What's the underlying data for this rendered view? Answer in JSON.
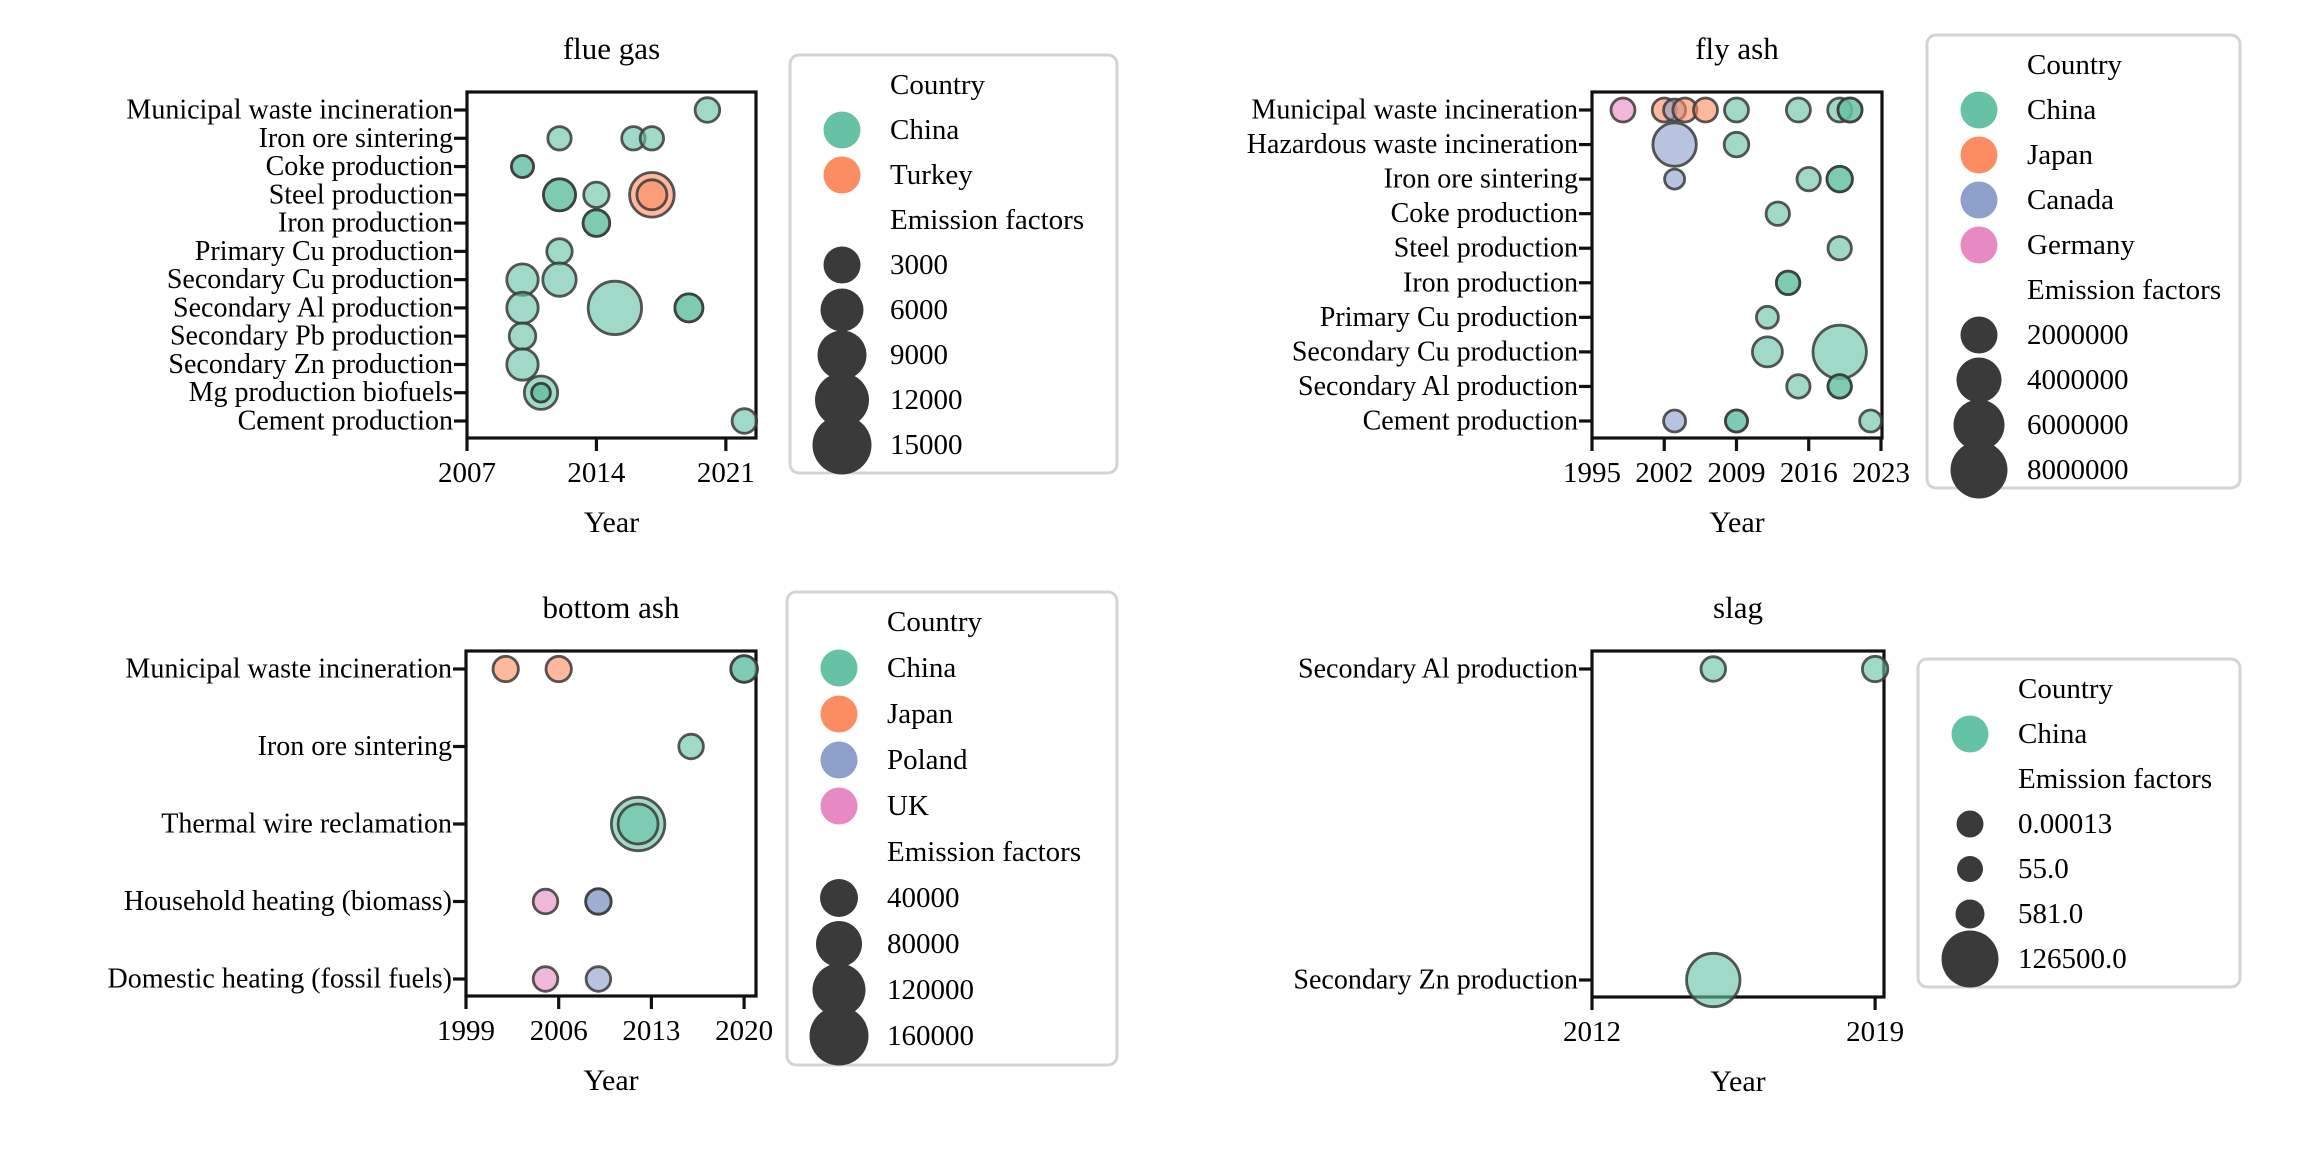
{
  "figure": {
    "background": "#ffffff",
    "x_axis_label": "Year",
    "legend_country_header": "Country",
    "legend_size_header": "Emission factors"
  },
  "colors": {
    "spine": "#111111",
    "bubble_edge": "#3a3a3a",
    "legend_border": "#d4d4d4",
    "legend_size_dot": "#3a3a3a",
    "text": "#000000",
    "background": "#ffffff"
  },
  "country_colors": {
    "China": "#66c2a5",
    "Turkey": "#fc8d62",
    "Japan": "#fc8d62",
    "Canada": "#8da0cb",
    "Poland": "#8da0cb",
    "Germany": "#e78ac3",
    "UK": "#e78ac3"
  },
  "chart_data": [
    {
      "type": "scatter",
      "title": "flue gas",
      "xlabel": "Year",
      "x_ticks": [
        2007,
        2014,
        2021
      ],
      "x_range": [
        2007,
        2022.63
      ],
      "grid": false,
      "legend_position": "right",
      "categories": [
        "Municipal waste incineration",
        "Iron ore sintering",
        "Coke production",
        "Steel production",
        "Iron production",
        "Primary Cu production",
        "Secondary Cu production",
        "Secondary Al production",
        "Secondary Pb production",
        "Secondary Zn production",
        "Mg production biofuels",
        "Cement production"
      ],
      "legend": {
        "country_header": "Country",
        "size_header": "Emission factors",
        "countries": [
          {
            "label": "China",
            "color": "#66c2a5"
          },
          {
            "label": "Turkey",
            "color": "#fc8d62"
          }
        ],
        "sizes": [
          {
            "label": "3000",
            "r": 18.5
          },
          {
            "label": "6000",
            "r": 21.5
          },
          {
            "label": "9000",
            "r": 24.5
          },
          {
            "label": "12000",
            "r": 27
          },
          {
            "label": "15000",
            "r": 29.5
          }
        ]
      },
      "points": [
        {
          "category": "Municipal waste incineration",
          "year": 2020,
          "country": "China",
          "ef_approx": 700,
          "r": 12.3
        },
        {
          "category": "Iron ore sintering",
          "year": 2012,
          "country": "China",
          "ef_approx": 500,
          "r": 11.7
        },
        {
          "category": "Iron ore sintering",
          "year": 2016,
          "country": "China",
          "ef_approx": 500,
          "r": 11.7
        },
        {
          "category": "Iron ore sintering",
          "year": 2017,
          "country": "China",
          "ef_approx": 500,
          "r": 11.7
        },
        {
          "category": "Coke production",
          "year": 2010,
          "country": "China",
          "ef_approx": 400,
          "r": 11,
          "stack": 2
        },
        {
          "category": "Steel production",
          "year": 2012,
          "country": "China",
          "ef_approx": 3200,
          "r": 16,
          "stack": 2
        },
        {
          "category": "Steel production",
          "year": 2014,
          "country": "China",
          "ef_approx": 900,
          "r": 12.7
        },
        {
          "category": "Steel production",
          "year": 2017,
          "country": "Turkey",
          "ef_approx": 8900,
          "r": 22.3
        },
        {
          "category": "Steel production",
          "year": 2017,
          "country": "Turkey",
          "ef_approx": 2500,
          "r": 15
        },
        {
          "category": "Iron production",
          "year": 2014,
          "country": "China",
          "ef_approx": 1300,
          "r": 13.3,
          "stack": 2
        },
        {
          "category": "Primary Cu production",
          "year": 2012,
          "country": "China",
          "ef_approx": 900,
          "r": 12.7
        },
        {
          "category": "Secondary Cu production",
          "year": 2010,
          "country": "China",
          "ef_approx": 3000,
          "r": 15.7
        },
        {
          "category": "Secondary Cu production",
          "year": 2012,
          "country": "China",
          "ef_approx": 3700,
          "r": 16.7
        },
        {
          "category": "Secondary Al production",
          "year": 2010,
          "country": "China",
          "ef_approx": 3000,
          "r": 15.7
        },
        {
          "category": "Secondary Al production",
          "year": 2015,
          "country": "China",
          "ef_approx": 14500,
          "r": 26.7
        },
        {
          "category": "Secondary Al production",
          "year": 2019,
          "country": "China",
          "ef_approx": 1800,
          "r": 14,
          "stack": 2
        },
        {
          "category": "Secondary Pb production",
          "year": 2010,
          "country": "China",
          "ef_approx": 1300,
          "r": 13.3
        },
        {
          "category": "Secondary Zn production",
          "year": 2010,
          "country": "China",
          "ef_approx": 3000,
          "r": 15.7
        },
        {
          "category": "Mg production biofuels",
          "year": 2011,
          "country": "China",
          "ef_approx": 3700,
          "r": 16.7
        },
        {
          "category": "Mg production biofuels",
          "year": 2011,
          "country": "China",
          "ef_approx": 100,
          "r": 9.3,
          "stack": 2
        },
        {
          "category": "Cement production",
          "year": 2022,
          "country": "China",
          "ef_approx": 700,
          "r": 12.3
        }
      ]
    },
    {
      "type": "scatter",
      "title": "fly ash",
      "xlabel": "Year",
      "x_ticks": [
        1995,
        2002,
        2009,
        2016,
        2023
      ],
      "x_range": [
        1995,
        2023.1
      ],
      "grid": false,
      "legend_position": "right",
      "categories": [
        "Municipal waste incineration",
        "Hazardous waste incineration",
        "Iron ore sintering",
        "Coke production",
        "Steel production",
        "Iron production",
        "Primary Cu production",
        "Secondary Cu production",
        "Secondary Al production",
        "Cement production"
      ],
      "legend": {
        "country_header": "Country",
        "size_header": "Emission factors",
        "countries": [
          {
            "label": "China",
            "color": "#66c2a5"
          },
          {
            "label": "Japan",
            "color": "#fc8d62"
          },
          {
            "label": "Canada",
            "color": "#8da0cb"
          },
          {
            "label": "Germany",
            "color": "#e78ac3"
          }
        ],
        "sizes": [
          {
            "label": "2000000",
            "r": 18.5
          },
          {
            "label": "4000000",
            "r": 22.5
          },
          {
            "label": "6000000",
            "r": 25.5
          },
          {
            "label": "8000000",
            "r": 28.5
          }
        ]
      },
      "points": [
        {
          "category": "Municipal waste incineration",
          "year": 1998,
          "country": "Germany",
          "ef_approx": 270000,
          "r": 12
        },
        {
          "category": "Municipal waste incineration",
          "year": 2002,
          "country": "Japan",
          "ef_approx": 270000,
          "r": 12
        },
        {
          "category": "Municipal waste incineration",
          "year": 2003,
          "country": "Canada",
          "ef_approx": 150000,
          "r": 11
        },
        {
          "category": "Municipal waste incineration",
          "year": 2004,
          "country": "Japan",
          "ef_approx": 270000,
          "r": 12
        },
        {
          "category": "Municipal waste incineration",
          "year": 2006,
          "country": "Japan",
          "ef_approx": 270000,
          "r": 12
        },
        {
          "category": "Municipal waste incineration",
          "year": 2009,
          "country": "China",
          "ef_approx": 270000,
          "r": 12
        },
        {
          "category": "Municipal waste incineration",
          "year": 2015,
          "country": "China",
          "ef_approx": 270000,
          "r": 12
        },
        {
          "category": "Municipal waste incineration",
          "year": 2019,
          "country": "China",
          "ef_approx": 270000,
          "r": 12
        },
        {
          "category": "Municipal waste incineration",
          "year": 2020,
          "country": "China",
          "ef_approx": 270000,
          "r": 12,
          "stack": 2
        },
        {
          "category": "Hazardous waste incineration",
          "year": 2003,
          "country": "Canada",
          "ef_approx": 4200000,
          "r": 21.7
        },
        {
          "category": "Hazardous waste incineration",
          "year": 2009,
          "country": "China",
          "ef_approx": 310000,
          "r": 12.3
        },
        {
          "category": "Iron ore sintering",
          "year": 2003,
          "country": "Canada",
          "ef_approx": 60000,
          "r": 10
        },
        {
          "category": "Iron ore sintering",
          "year": 2016,
          "country": "China",
          "ef_approx": 230000,
          "r": 11.7
        },
        {
          "category": "Iron ore sintering",
          "year": 2019,
          "country": "China",
          "ef_approx": 480000,
          "r": 12.7,
          "stack": 2
        },
        {
          "category": "Coke production",
          "year": 2013,
          "country": "China",
          "ef_approx": 230000,
          "r": 11.7
        },
        {
          "category": "Steel production",
          "year": 2019,
          "country": "China",
          "ef_approx": 230000,
          "r": 11.7
        },
        {
          "category": "Iron production",
          "year": 2014,
          "country": "China",
          "ef_approx": 230000,
          "r": 11.7,
          "stack": 2
        },
        {
          "category": "Primary Cu production",
          "year": 2012,
          "country": "China",
          "ef_approx": 150000,
          "r": 11
        },
        {
          "category": "Secondary Cu production",
          "year": 2012,
          "country": "China",
          "ef_approx": 1200000,
          "r": 15
        },
        {
          "category": "Secondary Cu production",
          "year": 2019,
          "country": "China",
          "ef_approx": 6900000,
          "r": 26.7
        },
        {
          "category": "Secondary Al production",
          "year": 2015,
          "country": "China",
          "ef_approx": 230000,
          "r": 11.7
        },
        {
          "category": "Secondary Al production",
          "year": 2019,
          "country": "China",
          "ef_approx": 230000,
          "r": 11.7,
          "stack": 2
        },
        {
          "category": "Cement production",
          "year": 2003,
          "country": "Canada",
          "ef_approx": 150000,
          "r": 11
        },
        {
          "category": "Cement production",
          "year": 2009,
          "country": "China",
          "ef_approx": 150000,
          "r": 11,
          "stack": 2
        },
        {
          "category": "Cement production",
          "year": 2022,
          "country": "China",
          "ef_approx": 150000,
          "r": 11
        }
      ]
    },
    {
      "type": "scatter",
      "title": "bottom ash",
      "xlabel": "Year",
      "x_ticks": [
        1999,
        2006,
        2013,
        2020
      ],
      "x_range": [
        1999,
        2020.9
      ],
      "grid": false,
      "legend_position": "right",
      "categories": [
        "Municipal waste incineration",
        "Iron ore sintering",
        "Thermal wire reclamation",
        "Household heating  (biomass)",
        "Domestic heating (fossil fuels)"
      ],
      "legend": {
        "country_header": "Country",
        "size_header": "Emission factors",
        "countries": [
          {
            "label": "China",
            "color": "#66c2a5"
          },
          {
            "label": "Japan",
            "color": "#fc8d62"
          },
          {
            "label": "Poland",
            "color": "#8da0cb"
          },
          {
            "label": "UK",
            "color": "#e78ac3"
          }
        ],
        "sizes": [
          {
            "label": "40000",
            "r": 19
          },
          {
            "label": "80000",
            "r": 23
          },
          {
            "label": "120000",
            "r": 26.5
          },
          {
            "label": "160000",
            "r": 29.5
          }
        ]
      },
      "points": [
        {
          "category": "Municipal waste incineration",
          "year": 2002,
          "country": "Japan",
          "ef_approx": 15000,
          "r": 12.7
        },
        {
          "category": "Municipal waste incineration",
          "year": 2006,
          "country": "Japan",
          "ef_approx": 15000,
          "r": 12.7
        },
        {
          "category": "Municipal waste incineration",
          "year": 2020,
          "country": "China",
          "ef_approx": 20000,
          "r": 13.3,
          "stack": 2
        },
        {
          "category": "Iron ore sintering",
          "year": 2016,
          "country": "China",
          "ef_approx": 12000,
          "r": 12.3
        },
        {
          "category": "Thermal wire reclamation",
          "year": 2012,
          "country": "China",
          "ef_approx": 125000,
          "r": 26.7
        },
        {
          "category": "Thermal wire reclamation",
          "year": 2012,
          "country": "China",
          "ef_approx": 60000,
          "r": 20
        },
        {
          "category": "Household heating  (biomass)",
          "year": 2005,
          "country": "UK",
          "ef_approx": 12000,
          "r": 12.3
        },
        {
          "category": "Household heating  (biomass)",
          "year": 2009,
          "country": "Poland",
          "ef_approx": 15000,
          "r": 12.7,
          "stack": 2
        },
        {
          "category": "Domestic heating (fossil fuels)",
          "year": 2005,
          "country": "UK",
          "ef_approx": 12000,
          "r": 12.3
        },
        {
          "category": "Domestic heating (fossil fuels)",
          "year": 2009,
          "country": "Poland",
          "ef_approx": 12000,
          "r": 12.3
        }
      ]
    },
    {
      "type": "scatter",
      "title": "slag",
      "xlabel": "Year",
      "x_ticks": [
        2012,
        2019
      ],
      "x_range": [
        2012,
        2019.22
      ],
      "grid": false,
      "legend_position": "right",
      "categories": [
        "Secondary Al production",
        "Secondary Zn production"
      ],
      "legend": {
        "country_header": "Country",
        "size_header": "Emission factors",
        "countries": [
          {
            "label": "China",
            "color": "#66c2a5"
          }
        ],
        "sizes": [
          {
            "label": "0.00013",
            "r": 13.5
          },
          {
            "label": "55.0",
            "r": 13
          },
          {
            "label": "581.0",
            "r": 14.5
          },
          {
            "label": "126500.0",
            "r": 28.5
          }
        ]
      },
      "points": [
        {
          "category": "Secondary Al production",
          "year": 2015,
          "country": "China",
          "ef_approx": 0.00013,
          "r": 12.3
        },
        {
          "category": "Secondary Al production",
          "year": 2019,
          "country": "China",
          "ef_approx": 581.0,
          "r": 12.7
        },
        {
          "category": "Secondary Zn production",
          "year": 2015,
          "country": "China",
          "ef_approx": 126500.0,
          "r": 26.7
        }
      ]
    }
  ]
}
